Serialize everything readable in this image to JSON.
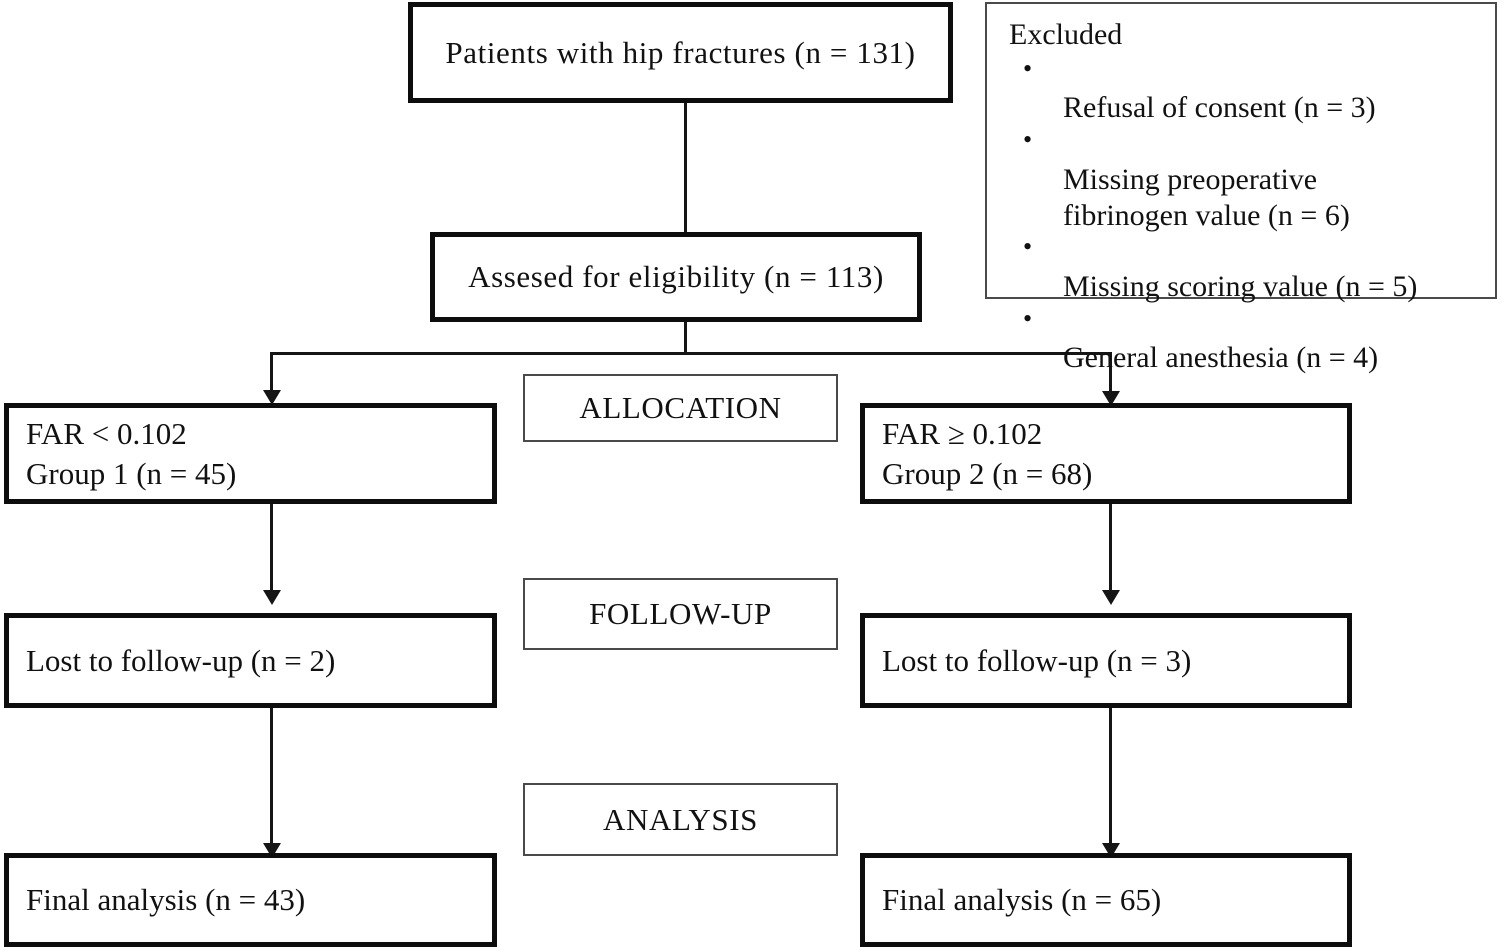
{
  "diagram": {
    "title": "Patient flow diagram",
    "type": "flowchart",
    "stroke_color": "#0d0d0d",
    "thin_stroke_color": "#4a4a4a",
    "background": "#ffffff"
  },
  "nodes": {
    "enrollment": {
      "label": "Patients with hip fractures (n = 131)",
      "count": 131
    },
    "eligibility": {
      "label": "Assesed for eligibility (n = 113)",
      "count": 113
    },
    "excluded": {
      "title": "Excluded",
      "items": [
        {
          "label": "Refusal of consent (n = 3)",
          "count": 3
        },
        {
          "label": "Missing preoperative\nfibrinogen value (n = 6)",
          "count": 6
        },
        {
          "label": "Missing  scoring value (n = 5)",
          "count": 5
        },
        {
          "label": "General anesthesia (n = 4)",
          "count": 4
        }
      ],
      "bullet": "•"
    },
    "group1_allocation": {
      "line1": "FAR < 0.102",
      "line2": "Group 1 (n = 45)",
      "count": 45,
      "threshold": "0.102"
    },
    "group2_allocation": {
      "line1": "FAR ≥ 0.102",
      "line2": "Group 2 (n = 68)",
      "count": 68,
      "threshold": "0.102"
    },
    "group1_followup": {
      "label": "Lost to follow-up (n = 2)",
      "count": 2
    },
    "group2_followup": {
      "label": "Lost to follow-up (n = 3)",
      "count": 3
    },
    "group1_analysis": {
      "label": "Final analysis (n = 43)",
      "count": 43
    },
    "group2_analysis": {
      "label": "Final analysis (n = 65)",
      "count": 65
    }
  },
  "stage_labels": {
    "allocation": "ALLOCATION",
    "followup": "FOLLOW-UP",
    "analysis": "ANALYSIS"
  }
}
